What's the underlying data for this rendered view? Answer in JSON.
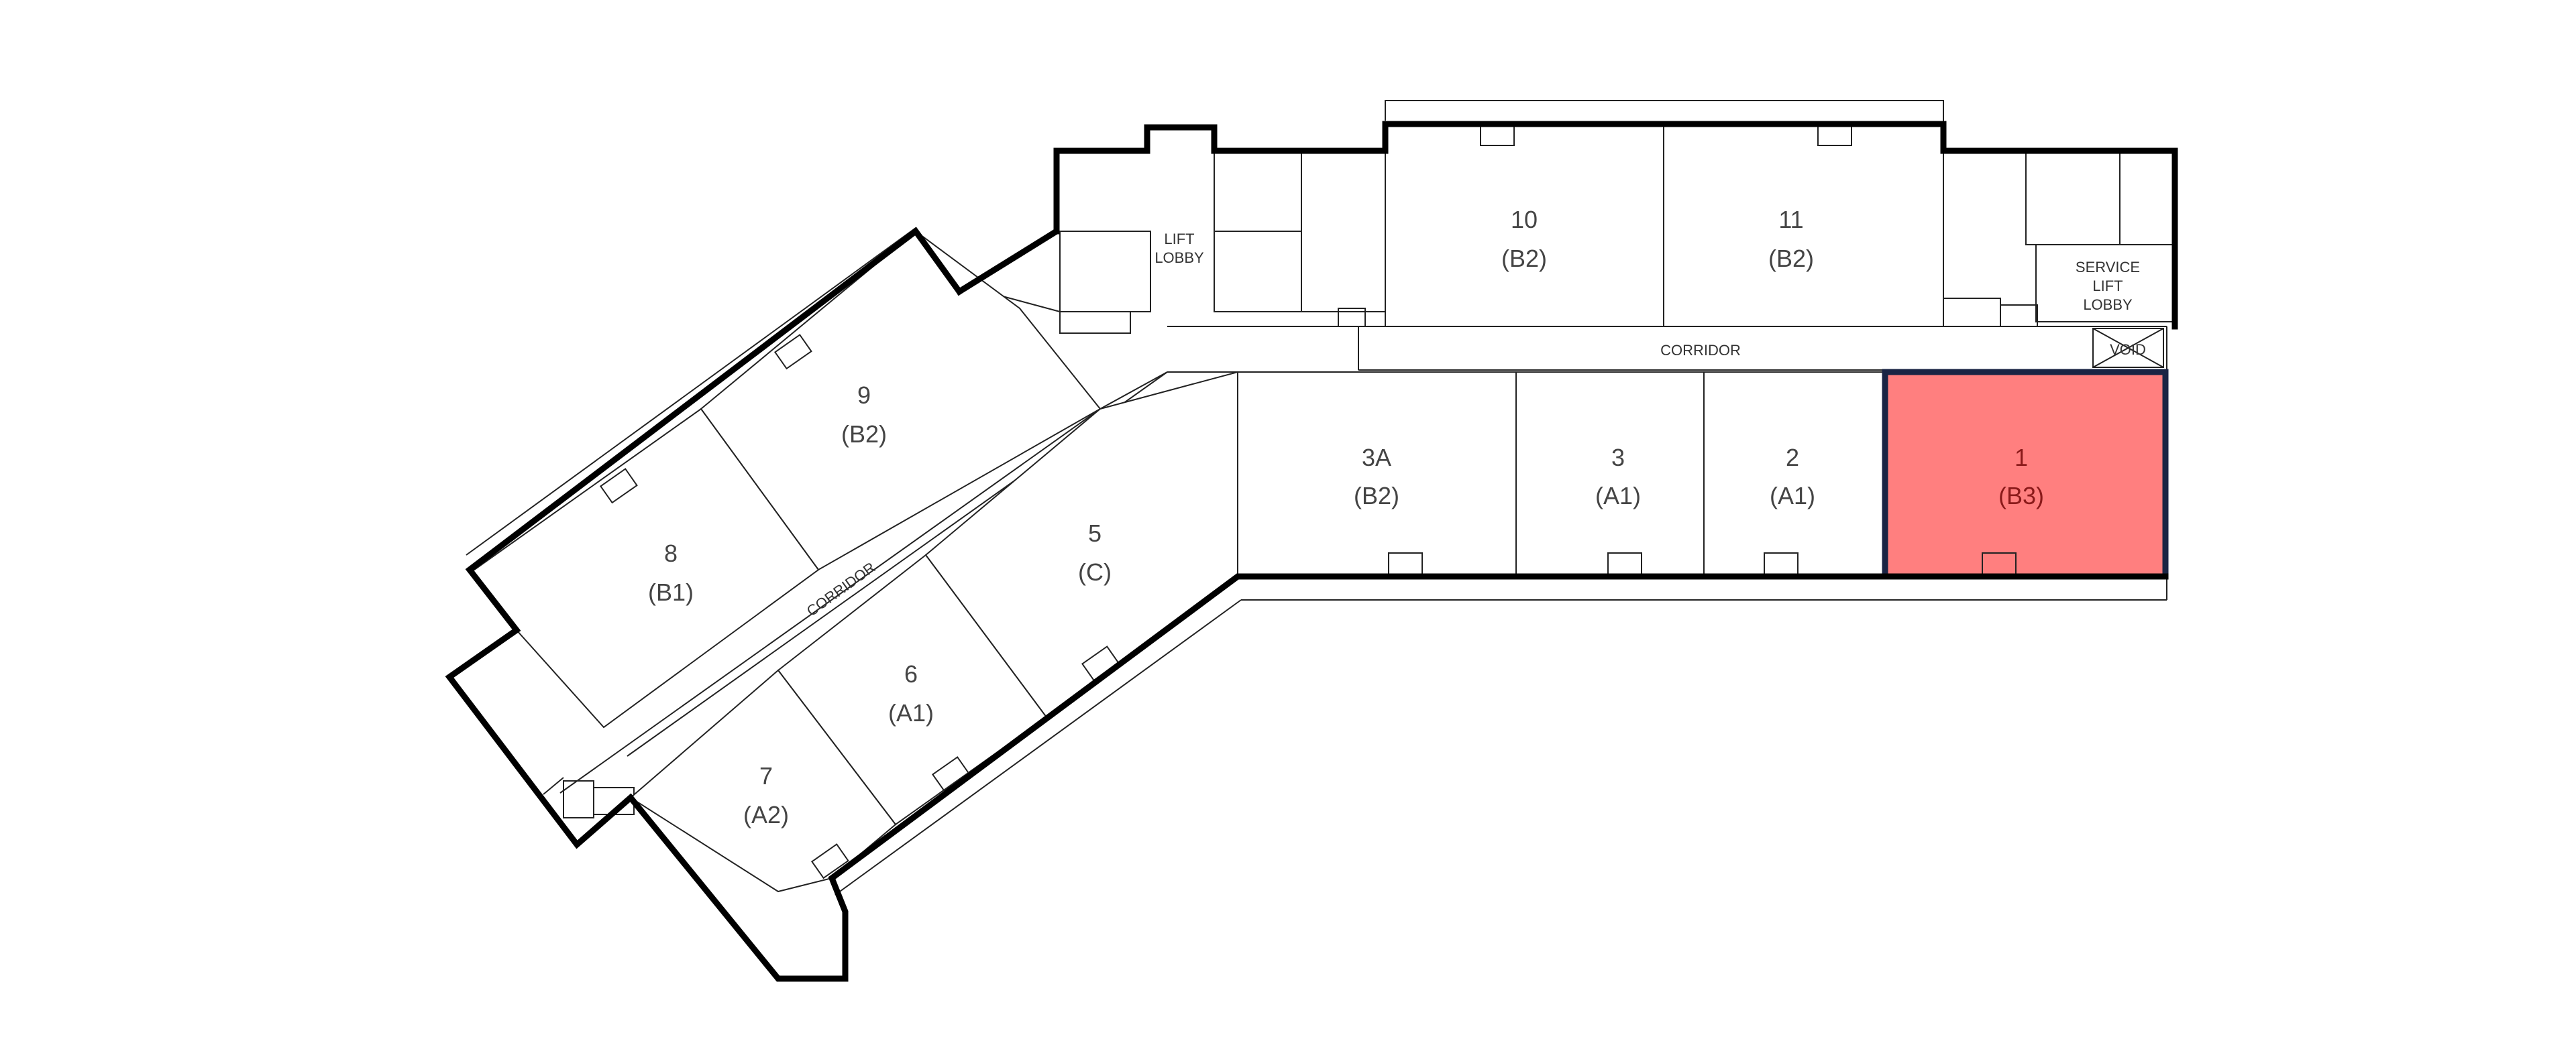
{
  "floorplan": {
    "units": [
      {
        "id": "unit-1",
        "number": "1",
        "type": "(B3)",
        "selected": true
      },
      {
        "id": "unit-2",
        "number": "2",
        "type": "(A1)",
        "selected": false
      },
      {
        "id": "unit-3",
        "number": "3",
        "type": "(A1)",
        "selected": false
      },
      {
        "id": "unit-3a",
        "number": "3A",
        "type": "(B2)",
        "selected": false
      },
      {
        "id": "unit-5",
        "number": "5",
        "type": "(C)",
        "selected": false
      },
      {
        "id": "unit-6",
        "number": "6",
        "type": "(A1)",
        "selected": false
      },
      {
        "id": "unit-7",
        "number": "7",
        "type": "(A2)",
        "selected": false
      },
      {
        "id": "unit-8",
        "number": "8",
        "type": "(B1)",
        "selected": false
      },
      {
        "id": "unit-9",
        "number": "9",
        "type": "(B2)",
        "selected": false
      },
      {
        "id": "unit-10",
        "number": "10",
        "type": "(B2)",
        "selected": false
      },
      {
        "id": "unit-11",
        "number": "11",
        "type": "(B2)",
        "selected": false
      }
    ],
    "labels": {
      "corridor_top": "CORRIDOR",
      "corridor_diag": "CORRIDOR",
      "lift_lobby": [
        "LIFT",
        "LOBBY"
      ],
      "service_lift_lobby": [
        "SERVICE",
        "LIFT",
        "LOBBY"
      ],
      "void": "VOID"
    },
    "colors": {
      "selected_fill": "#ff7f7f",
      "selected_stroke": "#1a2444",
      "wall": "#000000"
    }
  }
}
